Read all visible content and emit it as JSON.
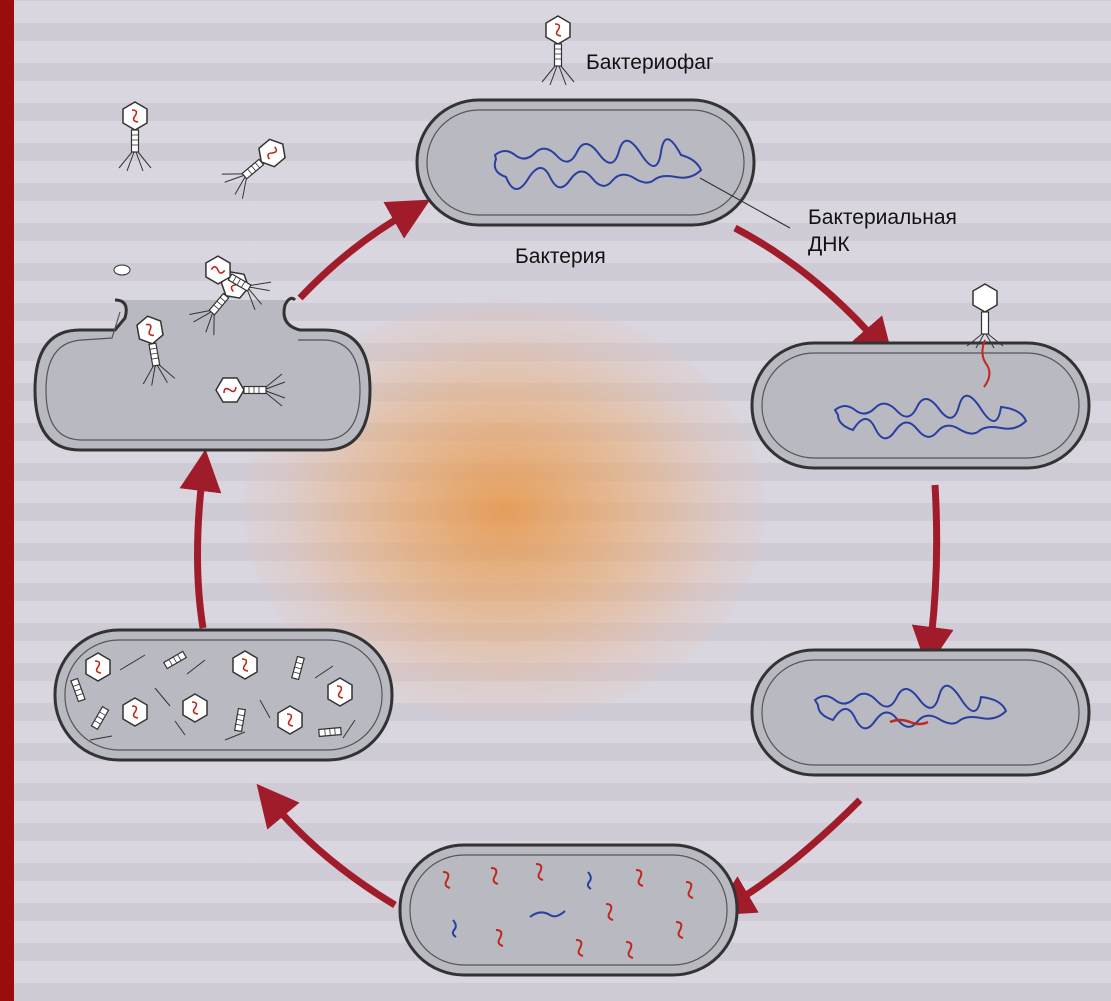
{
  "labels": {
    "bacteriophage": "Бактериофаг",
    "bacterial_dna_line1": "Бактериальная",
    "bacterial_dna_line2": "ДНК",
    "bacterium": "Бактерия"
  },
  "colors": {
    "arrow": "#a01c2a",
    "dna_bacterial": "#2a3fa0",
    "dna_viral": "#c0281e",
    "cell_fill": "#b9b9c2",
    "cell_stroke": "#333333",
    "frame": "#9a0d0d"
  }
}
